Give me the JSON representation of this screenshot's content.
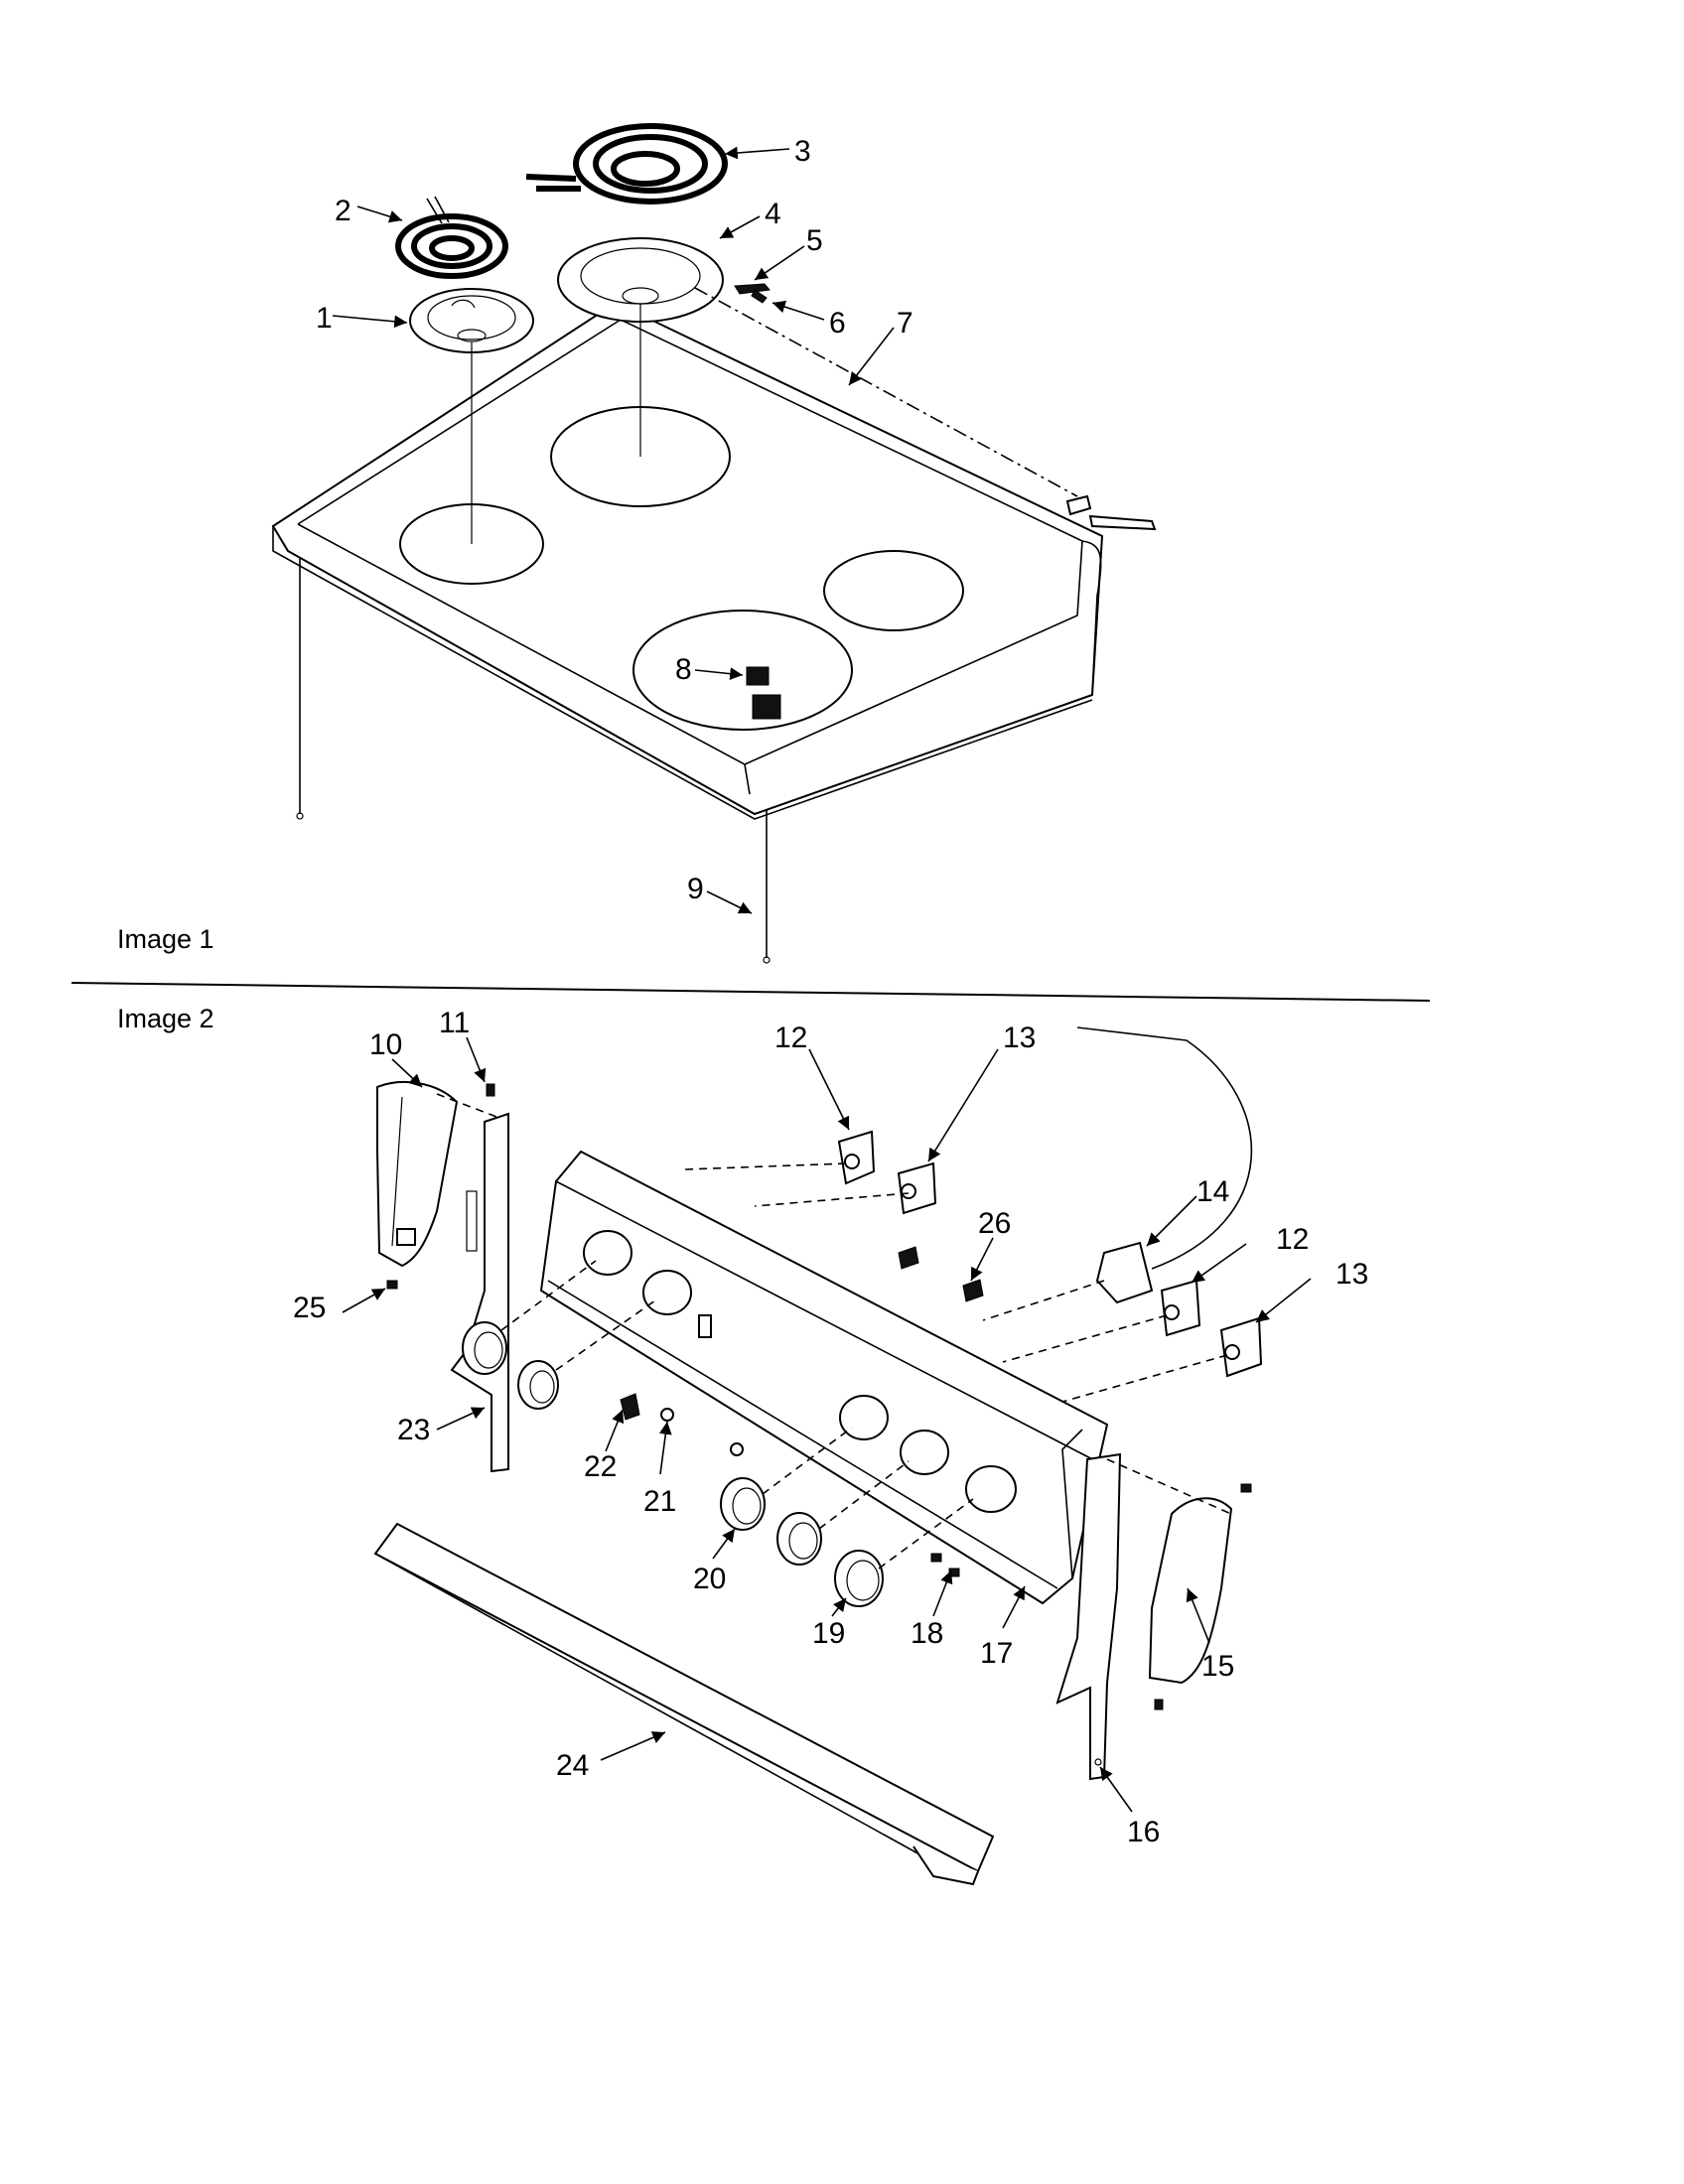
{
  "image1": {
    "label": "Image 1"
  },
  "image2": {
    "label": "Image 2"
  },
  "callouts": {
    "c1": "1",
    "c2": "2",
    "c3": "3",
    "c4": "4",
    "c5": "5",
    "c6": "6",
    "c7": "7",
    "c8": "8",
    "c9": "9",
    "c10": "10",
    "c11": "11",
    "c12a": "12",
    "c12b": "12",
    "c13a": "13",
    "c13b": "13",
    "c14": "14",
    "c15": "15",
    "c16": "16",
    "c17": "17",
    "c18": "18",
    "c19": "19",
    "c20": "20",
    "c21": "21",
    "c22": "22",
    "c23": "23",
    "c24": "24",
    "c25": "25",
    "c26": "26"
  }
}
